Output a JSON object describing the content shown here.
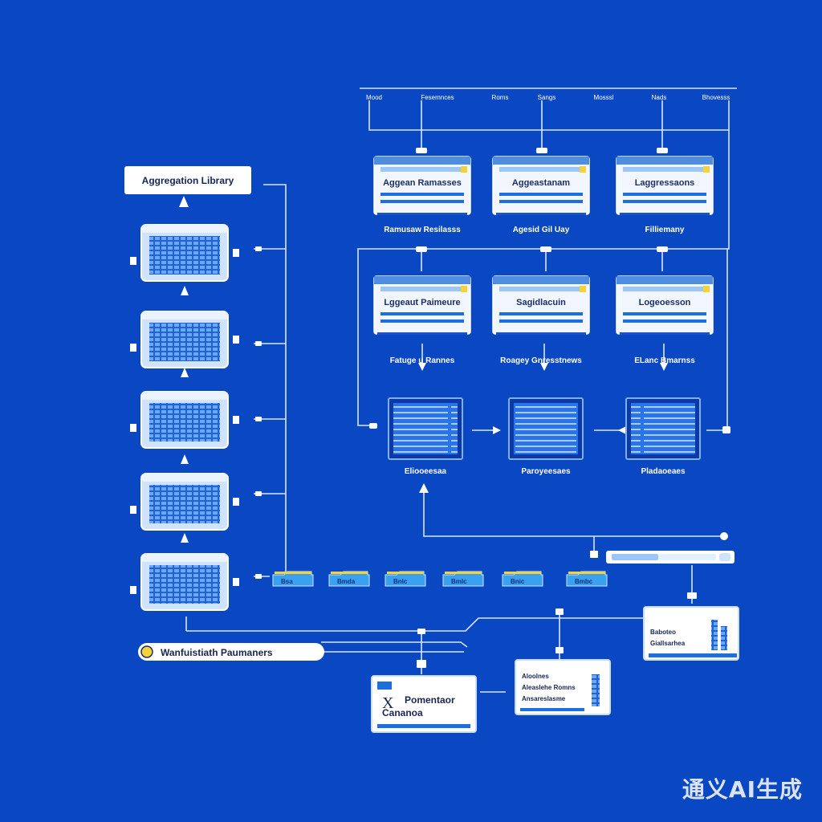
{
  "colors": {
    "background": "#0a47c2",
    "line": "#d8e6ff",
    "card": "#f2f7ff",
    "card_header": "#4f8de0",
    "accent_yellow": "#f3d23a",
    "panel_blue": "#1d6fe0"
  },
  "left_column": {
    "top_label": "Aggregation Library",
    "stack_count": 5,
    "bottom_label": "Wanfuistiath Paumaners"
  },
  "top_bar": {
    "labels": [
      "Mood",
      "Fesemnces",
      "Roms",
      "Sangs",
      "Mosssl",
      "Nads",
      "Bhovesss"
    ]
  },
  "row1": {
    "cards": [
      {
        "title": "Aggean Ramasses",
        "caption": "Ramusaw Resilasss"
      },
      {
        "title": "Aggeastanam",
        "caption": "Agesid Gil Uay"
      },
      {
        "title": "Laggressaons",
        "caption": "Filliemany"
      }
    ]
  },
  "row2": {
    "cards": [
      {
        "title": "Lggeaut Paimeure",
        "caption": "Fatuge u Rannes"
      },
      {
        "title": "Sagidlacuin",
        "caption": "Roagey Gnresstnews"
      },
      {
        "title": "Logeoesson",
        "caption": "ELanc Bmarnss"
      }
    ]
  },
  "row3": {
    "panels": [
      {
        "caption": "Eliooeesaa"
      },
      {
        "caption": "Paroyeesaes"
      },
      {
        "caption": "Pladaoeaes"
      }
    ]
  },
  "folders": {
    "labels": [
      "Bsa",
      "Bmda",
      "Bnlc",
      "Bmlc",
      "Bnic",
      "Bmbc"
    ]
  },
  "callout_bottom": {
    "line1": "Pomentaor",
    "line2": "Cananoa",
    "icon": "x-icon"
  },
  "mini_card_center": {
    "lines": [
      "Aloolnes",
      "Aleaslehe Romns",
      "Ansareslasme"
    ]
  },
  "mini_card_right": {
    "lines": [
      "Baboteo",
      "Giallsarhea"
    ]
  },
  "watermark": "通义AI生成"
}
